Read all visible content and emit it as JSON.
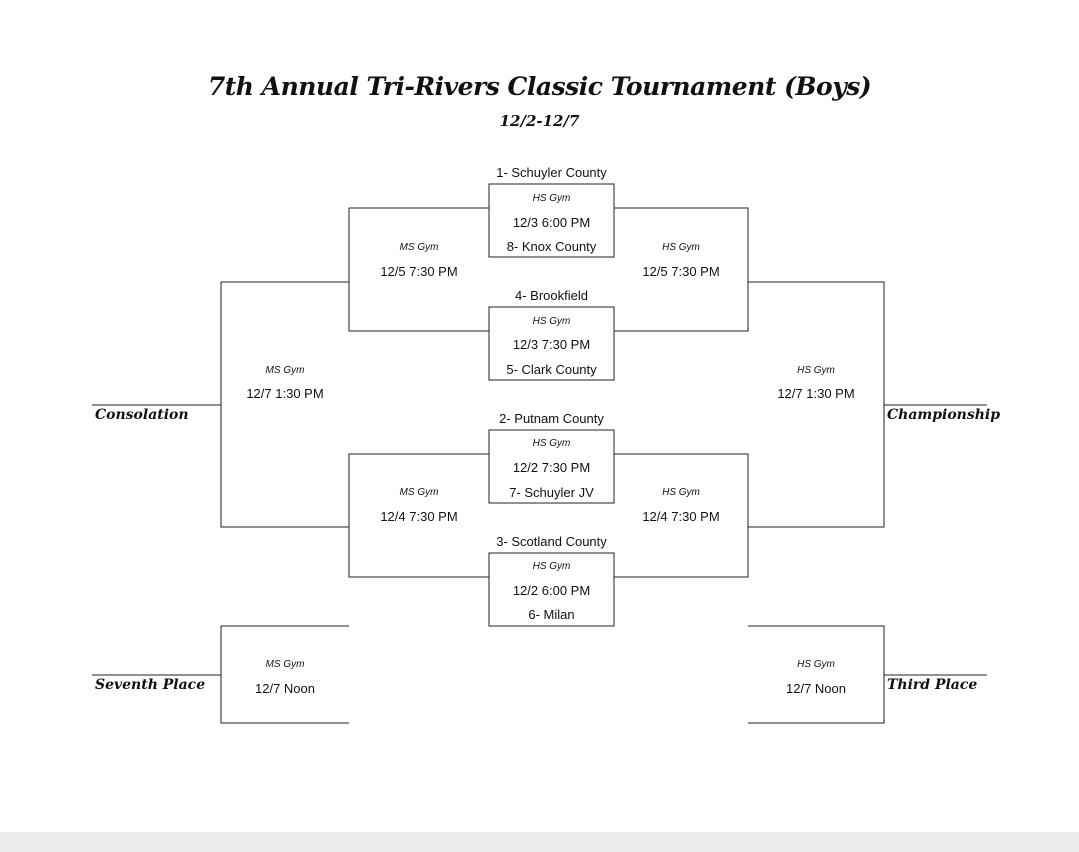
{
  "header": {
    "title": "7th Annual Tri-Rivers Classic Tournament  (Boys)",
    "dates": "12/2-12/7"
  },
  "games": {
    "qf1": {
      "top_team": "1- Schuyler County",
      "venue": "HS Gym",
      "time": "12/3 6:00 PM",
      "bottom_team": "8- Knox County"
    },
    "qf2": {
      "top_team": "4- Brookfield",
      "venue": "HS Gym",
      "time": "12/3 7:30 PM",
      "bottom_team": "5- Clark County"
    },
    "qf3": {
      "top_team": "2- Putnam County",
      "venue": "HS Gym",
      "time": "12/2 7:30 PM",
      "bottom_team": "7- Schuyler JV"
    },
    "qf4": {
      "top_team": "3- Scotland County",
      "venue": "HS Gym",
      "time": "12/2 6:00 PM",
      "bottom_team": "6- Milan"
    },
    "cons_semi_top": {
      "venue": "MS Gym",
      "time": "12/5 7:30 PM"
    },
    "cons_semi_bottom": {
      "venue": "MS Gym",
      "time": "12/4 7:30 PM"
    },
    "champ_semi_top": {
      "venue": "HS Gym",
      "time": "12/5 7:30 PM"
    },
    "champ_semi_bottom": {
      "venue": "HS Gym",
      "time": "12/4 7:30 PM"
    },
    "consolation_final": {
      "venue": "MS Gym",
      "time": "12/7 1:30 PM"
    },
    "championship_final": {
      "venue": "HS Gym",
      "time": "12/7 1:30 PM"
    },
    "seventh_place": {
      "venue": "MS Gym",
      "time": "12/7 Noon"
    },
    "third_place": {
      "venue": "HS Gym",
      "time": "12/7 Noon"
    }
  },
  "placements": {
    "consolation": "Consolation",
    "championship": "Championship",
    "seventh": "Seventh Place",
    "third": "Third Place"
  },
  "colors": {
    "line": "#222222",
    "footer": "#ececec"
  }
}
